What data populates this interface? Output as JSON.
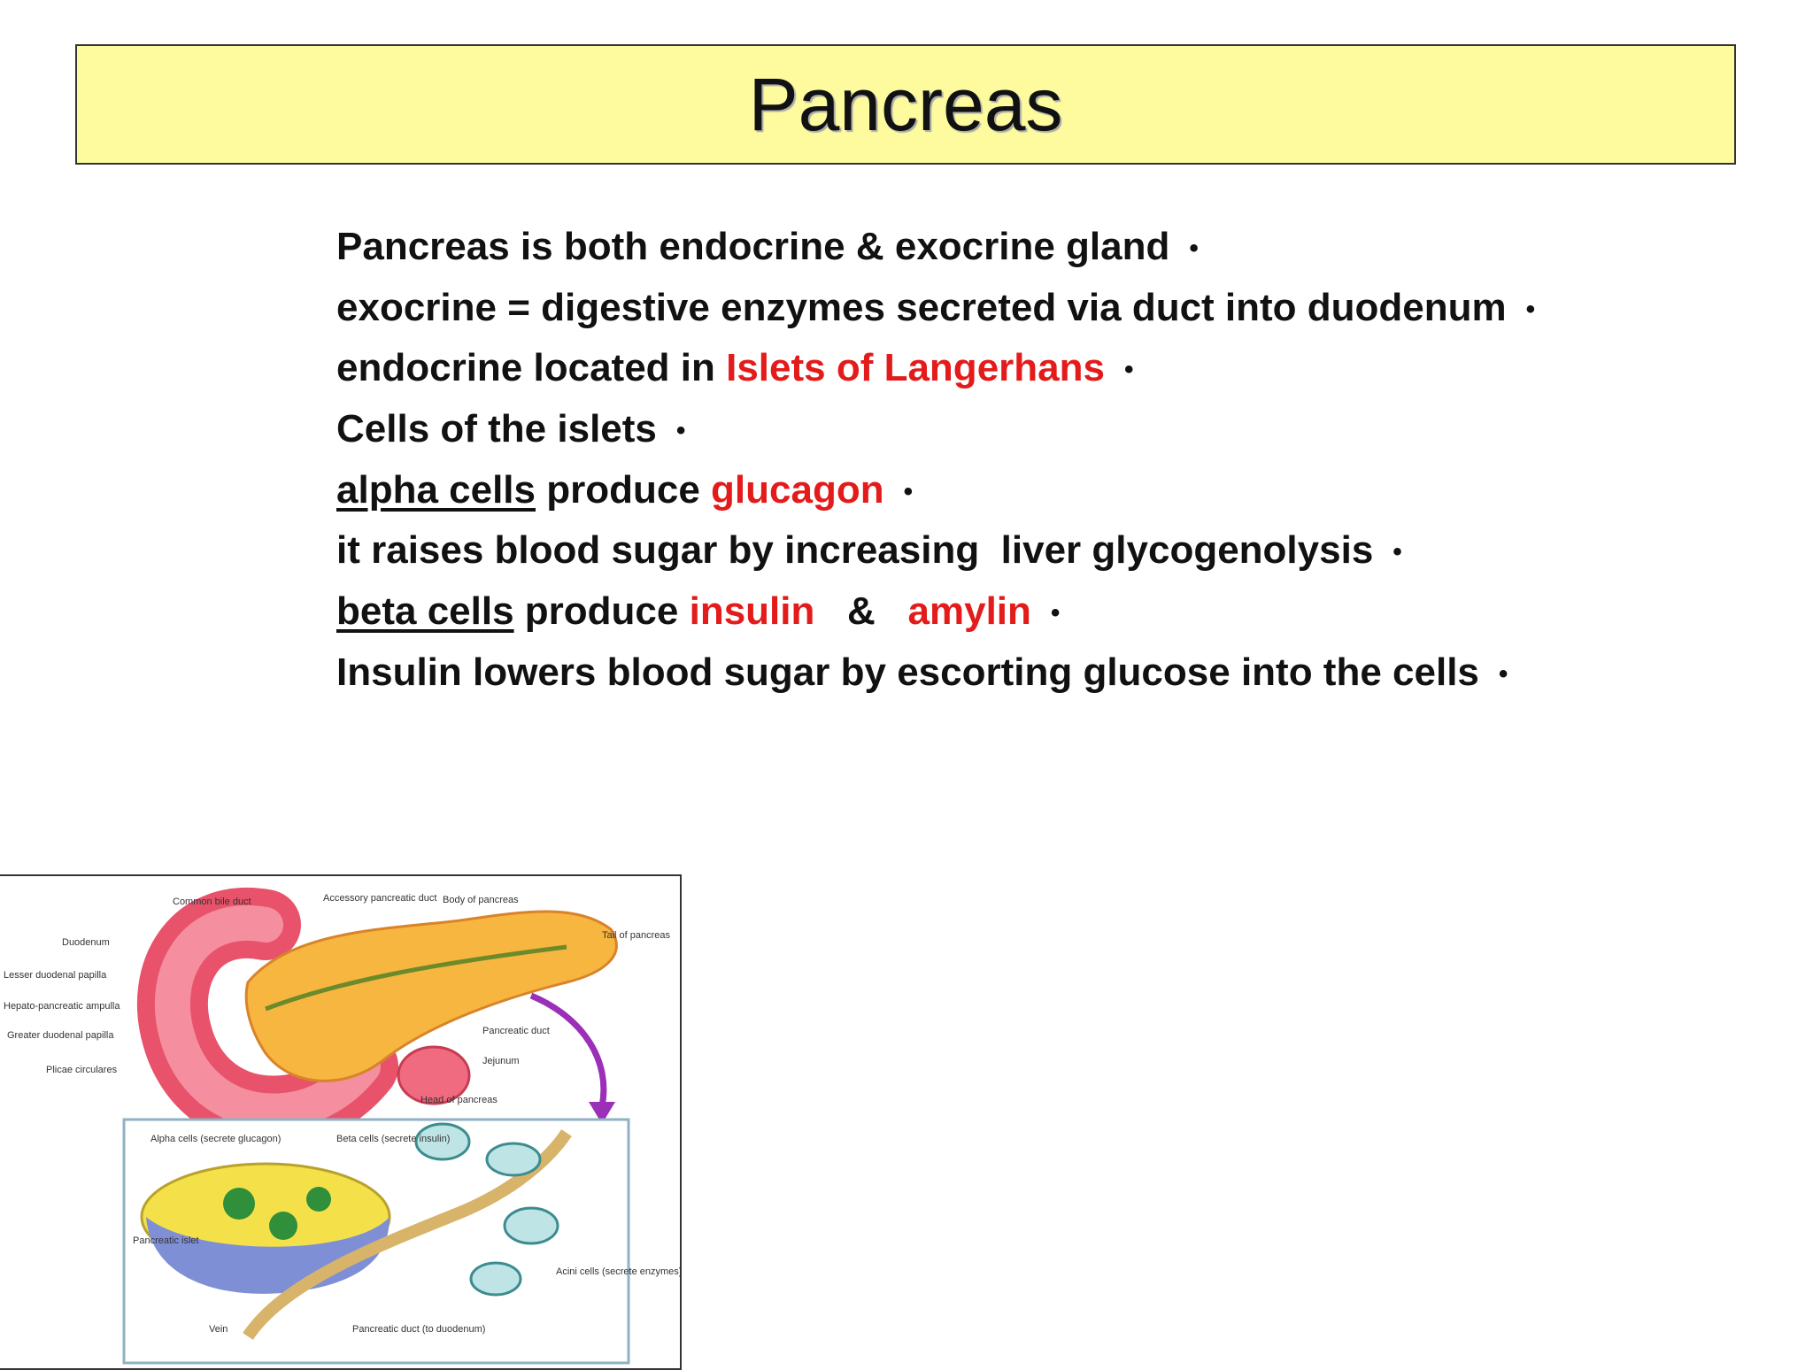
{
  "title": "Pancreas",
  "bullets": [
    {
      "parts": [
        {
          "text": "Pancreas is both endocrine & exocrine gland"
        }
      ],
      "marker": "•"
    },
    {
      "parts": [
        {
          "text": "exocrine = digestive enzymes secreted via duct into duodenum"
        }
      ],
      "marker": "•"
    },
    {
      "parts": [
        {
          "text": "endocrine located in "
        },
        {
          "text": "Islets of Langerhans",
          "color": "red"
        }
      ],
      "marker": "•"
    },
    {
      "parts": [
        {
          "text": "Cells of the islets"
        }
      ],
      "marker": "•"
    },
    {
      "parts": [
        {
          "text": "alpha cells",
          "underline": true
        },
        {
          "text": " produce "
        },
        {
          "text": "glucagon",
          "color": "red"
        }
      ],
      "marker": "•"
    },
    {
      "parts": [
        {
          "text": "it raises blood sugar by increasing  liver glycogenolysis"
        }
      ],
      "marker": "•"
    },
    {
      "parts": [
        {
          "text": "beta cells",
          "underline": true
        },
        {
          "text": " produce "
        },
        {
          "text": "insulin",
          "color": "red"
        },
        {
          "text": "   &   "
        },
        {
          "text": "amylin",
          "color": "red"
        }
      ],
      "marker": "•"
    },
    {
      "parts": [
        {
          "text": "Insulin lowers blood sugar by escorting glucose into the cells"
        }
      ],
      "marker": "•"
    }
  ],
  "figure": {
    "labels": {
      "common_bile_duct": "Common bile duct",
      "accessory_duct": "Accessory pancreatic duct",
      "body": "Body of pancreas",
      "tail": "Tail of pancreas",
      "duodenum": "Duodenum",
      "lesser_papilla": "Lesser duodenal papilla",
      "ampulla": "Hepato-pancreatic ampulla",
      "greater_papilla": "Greater duodenal papilla",
      "plicae": "Plicae circulares",
      "pancreatic_duct": "Pancreatic duct",
      "jejunum": "Jejunum",
      "head": "Head of pancreas",
      "alpha_cells": "Alpha cells (secrete glucagon)",
      "beta_cells": "Beta cells (secrete insulin)",
      "islet": "Pancreatic islet",
      "acini": "Acini cells (secrete enzymes)",
      "vein": "Vein",
      "duct_to_duodenum": "Pancreatic duct (to duodenum)"
    }
  }
}
